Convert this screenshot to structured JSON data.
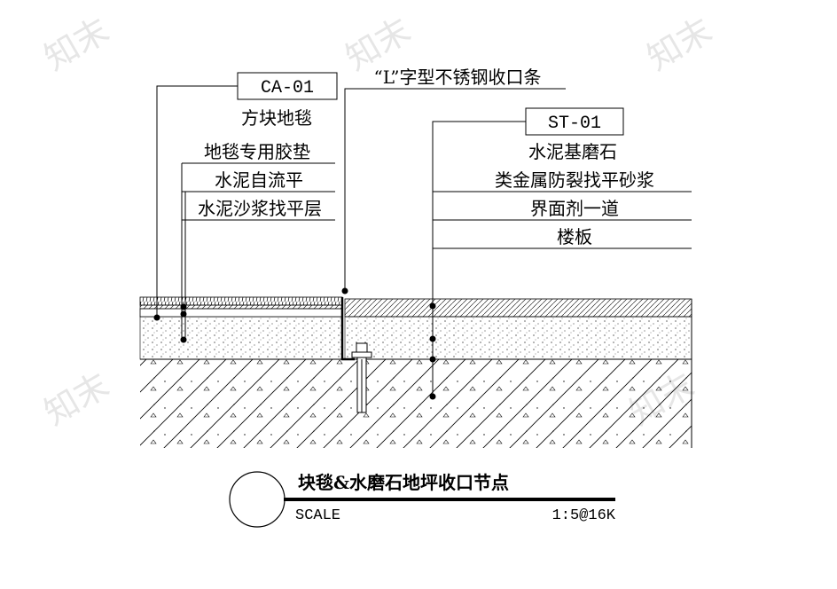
{
  "watermark": "知末",
  "callouts": {
    "left": {
      "tag": "CA-01",
      "layers": [
        "方块地毯",
        "地毯专用胶垫",
        "水泥自流平",
        "水泥沙浆找平层"
      ]
    },
    "middle": {
      "label": "“L”字型不锈钢收口条"
    },
    "right": {
      "tag": "ST-01",
      "layers": [
        "水泥基磨石",
        "类金属防裂找平砂浆",
        "界面剂一道",
        "楼板"
      ]
    }
  },
  "title_block": {
    "title": "块毯&水磨石地坪收口节点",
    "scale_label": "SCALE",
    "scale_value": "1:5@16K"
  }
}
